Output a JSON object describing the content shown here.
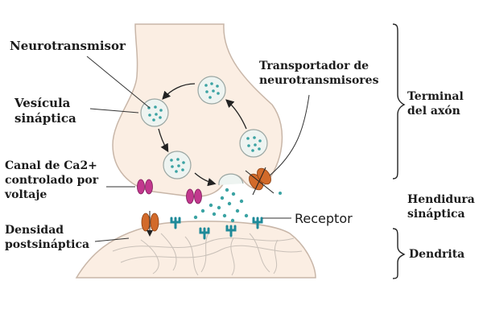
{
  "labels": {
    "neurotransmitter": "Neurotransmisor",
    "vesicle_line1": "Vesícula",
    "vesicle_line2": "sináptica",
    "calcium_line1": "Canal de Ca2+",
    "calcium_line2": "controlado por",
    "calcium_line3": "voltaje",
    "psd_line1": "Densidad",
    "psd_line2": "postsináptica",
    "transporter_line1": "Transportador de",
    "transporter_line2": "neurotransmisores",
    "receptor": "Receptor"
  },
  "regions": {
    "axon_terminal_line1": "Terminal",
    "axon_terminal_line2": "del axón",
    "synaptic_cleft_line1": "Hendidura",
    "synaptic_cleft_line2": "sináptica",
    "dendrite": "Dendrita"
  },
  "colors": {
    "cell_fill": "#fbeee3",
    "cell_stroke": "#c8b6a8",
    "vesicle_fill": "#eef4f1",
    "vesicle_stroke": "#9aa6a2",
    "dot": "#3ba3a3",
    "calcium_channel": "#c2388e",
    "transporter": "#d26a2a",
    "receptor": "#1f8a99",
    "arrow": "#222222"
  }
}
